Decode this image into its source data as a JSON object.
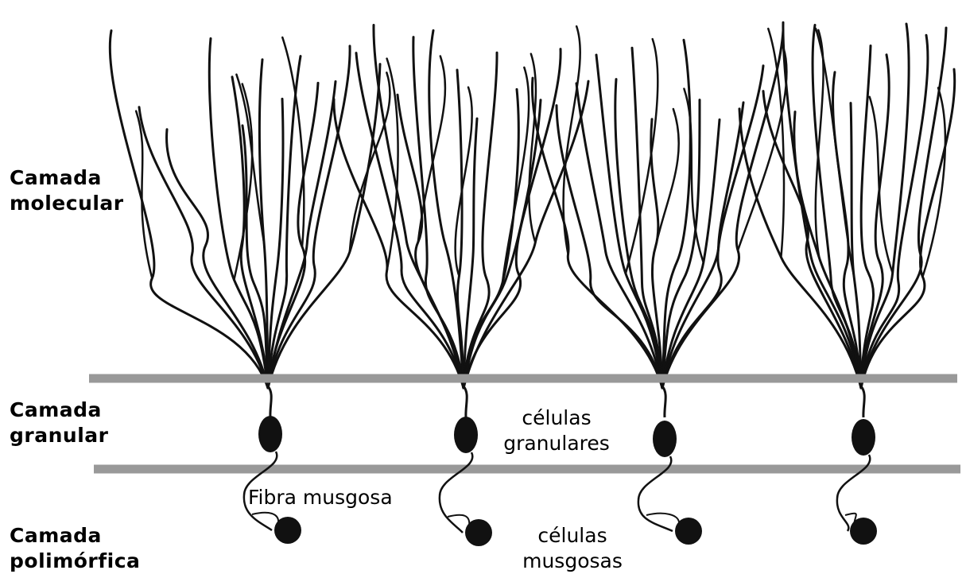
{
  "layers": {
    "molecular": [
      "Camada",
      "molecular"
    ],
    "granular": [
      "Camada",
      "granular"
    ],
    "polymorphic": [
      "Camada",
      "polimórfica"
    ]
  },
  "annotations": {
    "granule_cells": [
      "células",
      "granulares"
    ],
    "mossy_fiber": "Fibra musgosa",
    "mossy_cells": [
      "células",
      "musgosas"
    ]
  },
  "colors": {
    "boundary": "#999999",
    "cell": "#111111",
    "stroke": "#111111"
  }
}
